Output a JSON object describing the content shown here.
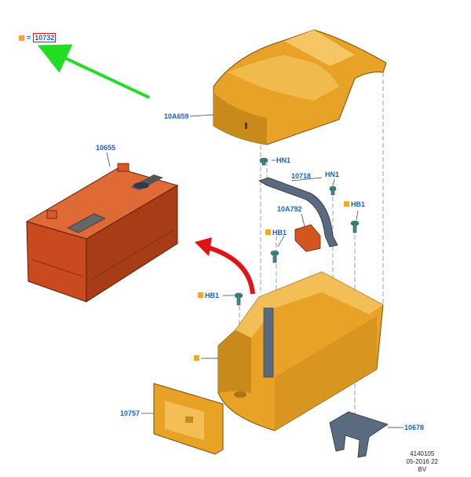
{
  "legend": {
    "equals": "=",
    "part_number": "10732"
  },
  "labels": {
    "cover": "10A659",
    "battery": "10655",
    "hn1_a": "HN1",
    "hn1_b": "HN1",
    "bracket": "10718",
    "pad": "10A792",
    "hb1_a": "HB1",
    "hb1_b": "HB1",
    "hb1_c": "HB1",
    "shield": "10757",
    "clamp": "10678"
  },
  "drawing_code": [
    "4140105",
    "05-2016 22",
    "BV"
  ],
  "colors": {
    "label_blue": "#1a5fd1",
    "marker_orange": "#f5a623",
    "part_orange": "#e8a326",
    "battery_red": "#c84a1e",
    "arrow_green": "#22dd22",
    "arrow_red": "#e01414",
    "fastener_teal": "#3f8c8c",
    "bracket_slate": "#5a6b80"
  }
}
